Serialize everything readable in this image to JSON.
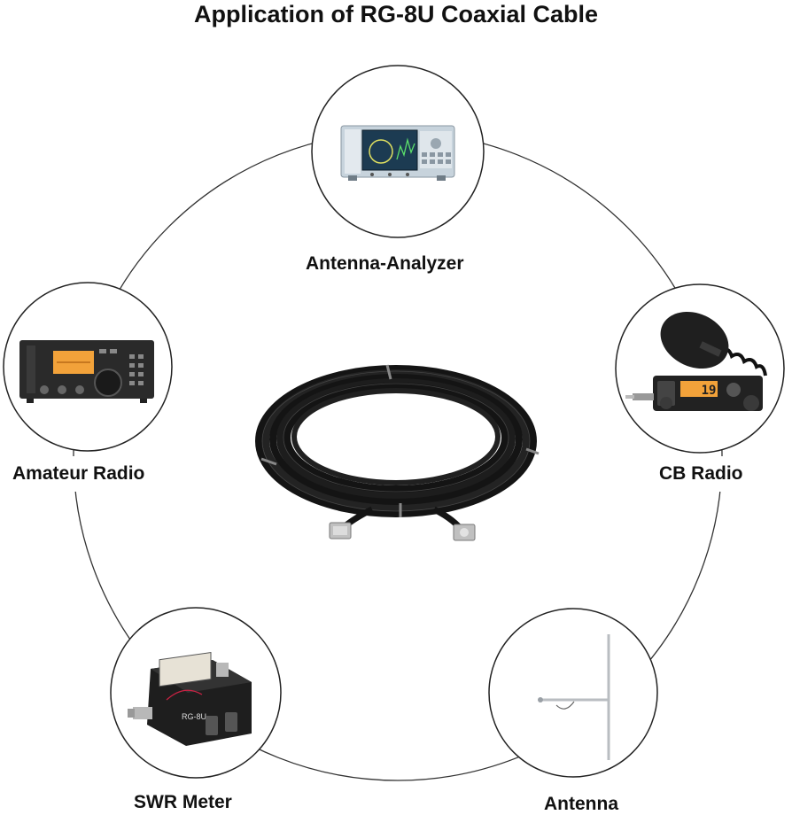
{
  "title": "Application of RG-8U Coaxial Cable",
  "nodes": [
    {
      "id": "antenna-analyzer",
      "label": "Antenna-Analyzer",
      "icon": "antenna-analyzer-image"
    },
    {
      "id": "cb-radio",
      "label": "CB Radio",
      "icon": "cb-radio-image"
    },
    {
      "id": "antenna",
      "label": "Antenna",
      "icon": "dipole-antenna-image"
    },
    {
      "id": "swr-meter",
      "label": "SWR Meter",
      "icon": "swr-meter-image"
    },
    {
      "id": "amateur-radio",
      "label": "Amateur Radio",
      "icon": "amateur-radio-image"
    }
  ],
  "center": {
    "icon": "coiled-coaxial-cable-image"
  },
  "cb_display_text": "19",
  "swr_meter_print": "RG-8U",
  "colors": {
    "outline": "#222222",
    "cable": "#1a1a1a",
    "display_amber": "#f2a23a",
    "analyzer_body": "#c7d3dc",
    "analyzer_screen": "#1c3b52"
  }
}
